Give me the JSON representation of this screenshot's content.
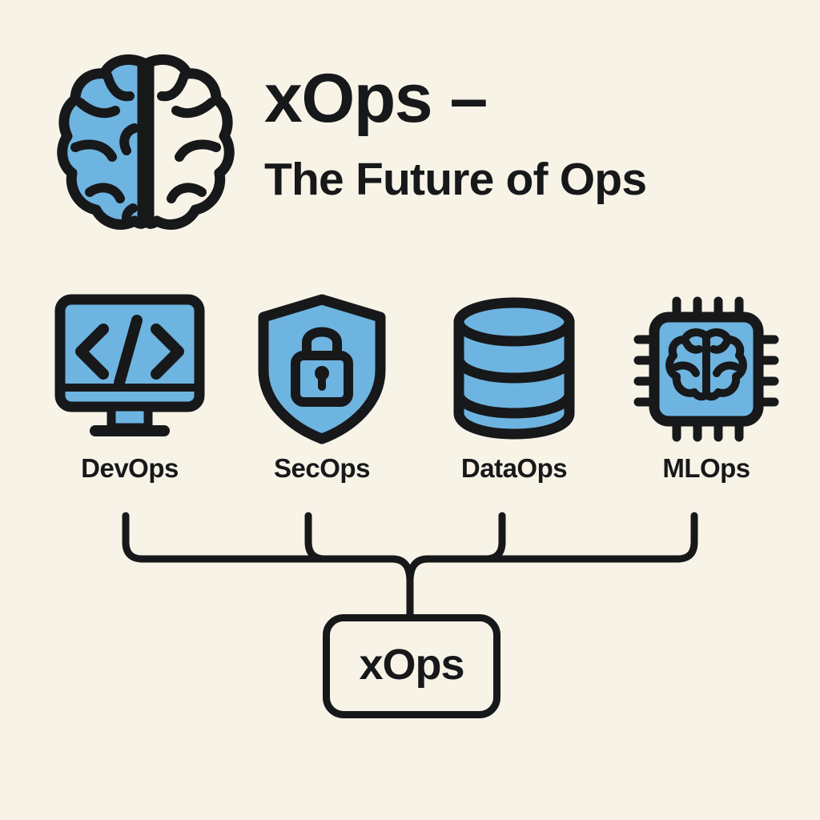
{
  "background_color": "#f7f3e7",
  "ink_color": "#17181a",
  "accent_color": "#6eb4e0",
  "header": {
    "logo_icon": "brain-icon",
    "title": "xOps –",
    "subtitle": "The Future of Ops"
  },
  "pillars": [
    {
      "label": "DevOps",
      "icon": "monitor-code-icon"
    },
    {
      "label": "SecOps",
      "icon": "shield-lock-icon"
    },
    {
      "label": "DataOps",
      "icon": "database-icon"
    },
    {
      "label": "MLOps",
      "icon": "chip-brain-icon"
    }
  ],
  "result": {
    "label": "xOps"
  }
}
